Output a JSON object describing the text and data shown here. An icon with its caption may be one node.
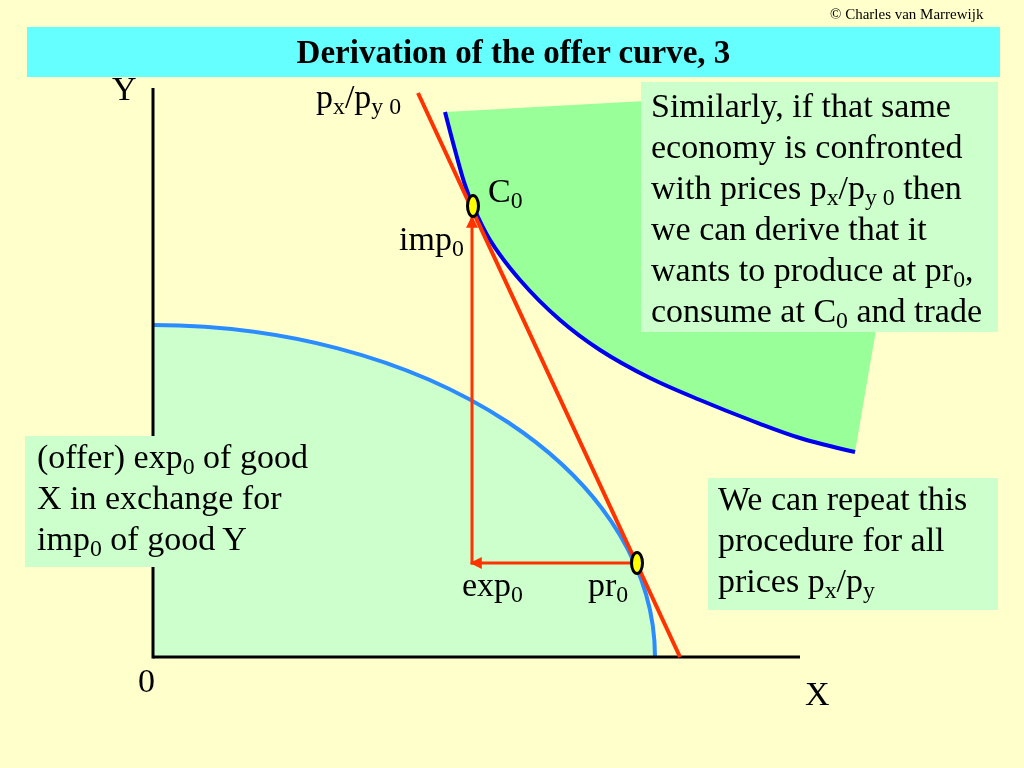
{
  "diagram": {
    "title": "Derivation of the offer curve, 3",
    "nodes": [
      {
        "text": [
          "Similarly, if that same economy is confronted with prices p$_{x}$/p$_{y 0}$ then we can derive that it wants to produce at pr$_{0}$, consume at C$_{0}$ and trade"
        ]
      },
      {
        "text": [
          "(offer) exp$_{0}$ of good X in exchange for imp$_{0}$ of good Y"
        ]
      },
      {
        "text": [
          "We can repeat this procedure for all prices p$_{x}$/p$_{y}$"
        ]
      }
    ],
    "labels": [
      "© Charles van Marrewijk",
      "Y",
      "p$_{x}$/p$_{y 0}$",
      "C$_{0}$",
      "imp$_{0}$",
      "exp$_{0}$",
      "pr$_{0}$",
      "0",
      "X"
    ]
  }
}
